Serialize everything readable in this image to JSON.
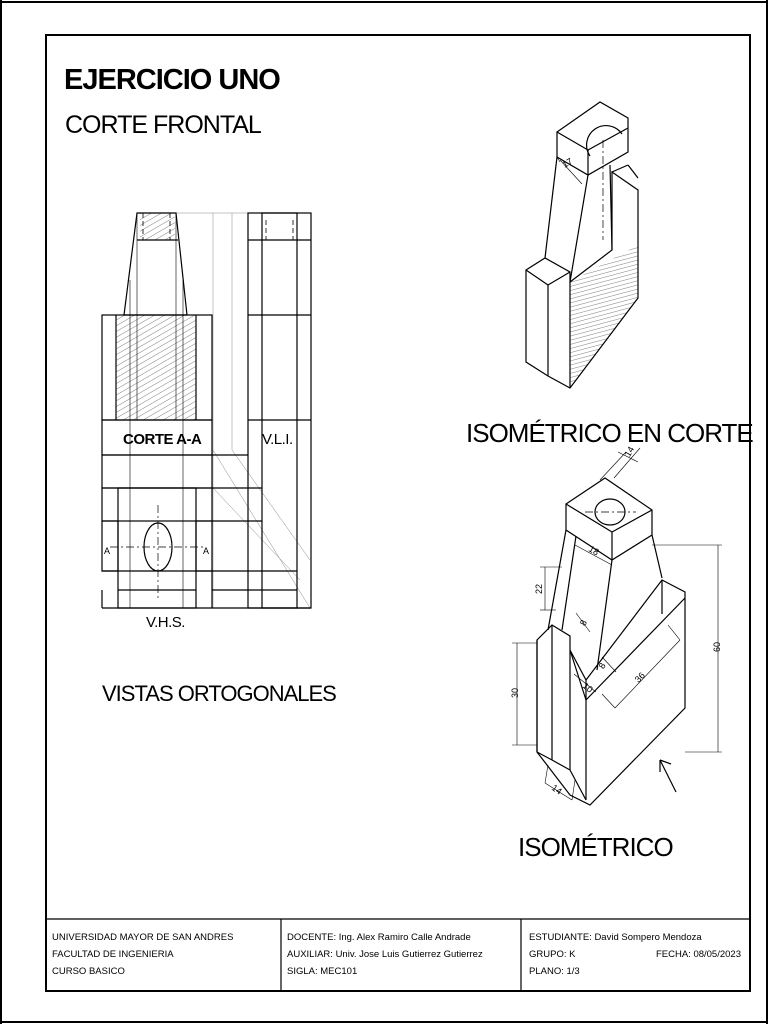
{
  "heading": {
    "title": "EJERCICIO UNO",
    "subtitle": "CORTE FRONTAL"
  },
  "view_labels": {
    "section": "CORTE A-A",
    "left": "V.L.I.",
    "top": "V.H.S.",
    "orthogonal": "VISTAS ORTOGONALES",
    "iso_section": "ISOMÉTRICO EN CORTE",
    "iso": "ISOMÉTRICO",
    "cut_a_left": "A",
    "cut_a_right": "A"
  },
  "dimensions": {
    "iso_section_17": "17",
    "iso_14_top": "14",
    "iso_18": "18",
    "iso_22": "22",
    "iso_8_upper": "8",
    "iso_8_lower": "8",
    "iso_10": "10",
    "iso_36": "36",
    "iso_60": "60",
    "iso_30": "30",
    "iso_14_bottom": "14"
  },
  "title_block": {
    "col1": [
      "UNIVERSIDAD MAYOR DE SAN ANDRES",
      "FACULTAD DE INGENIERIA",
      "CURSO BASICO"
    ],
    "col2": [
      "DOCENTE: Ing. Alex Ramiro Calle Andrade",
      "AUXILIAR: Univ. Jose Luis Gutierrez Gutierrez",
      "SIGLA: MEC101"
    ],
    "col3": [
      "ESTUDIANTE: David Sompero Mendoza",
      "GRUPO: K",
      "PLANO: 1/3"
    ],
    "date": "FECHA: 08/05/2023"
  }
}
